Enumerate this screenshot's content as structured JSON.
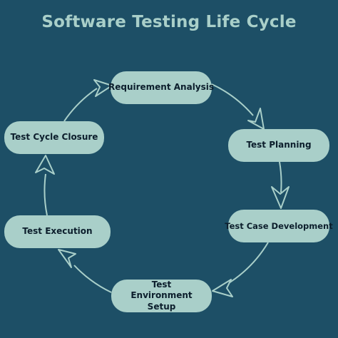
{
  "title": "Software Testing Life Cycle",
  "stages": [
    {
      "id": "req",
      "label": "Requirement Analysis"
    },
    {
      "id": "plan",
      "label": "Test Planning"
    },
    {
      "id": "tcd",
      "label": "Test Case Development"
    },
    {
      "id": "env",
      "label": "Test Environment Setup"
    },
    {
      "id": "exec",
      "label": "Test Execution"
    },
    {
      "id": "close",
      "label": "Test Cycle Closure"
    }
  ],
  "colors": {
    "background": "#1d4f66",
    "node": "#a9cfc9",
    "text": "#0c1e2c",
    "title": "#a9cfc9"
  }
}
